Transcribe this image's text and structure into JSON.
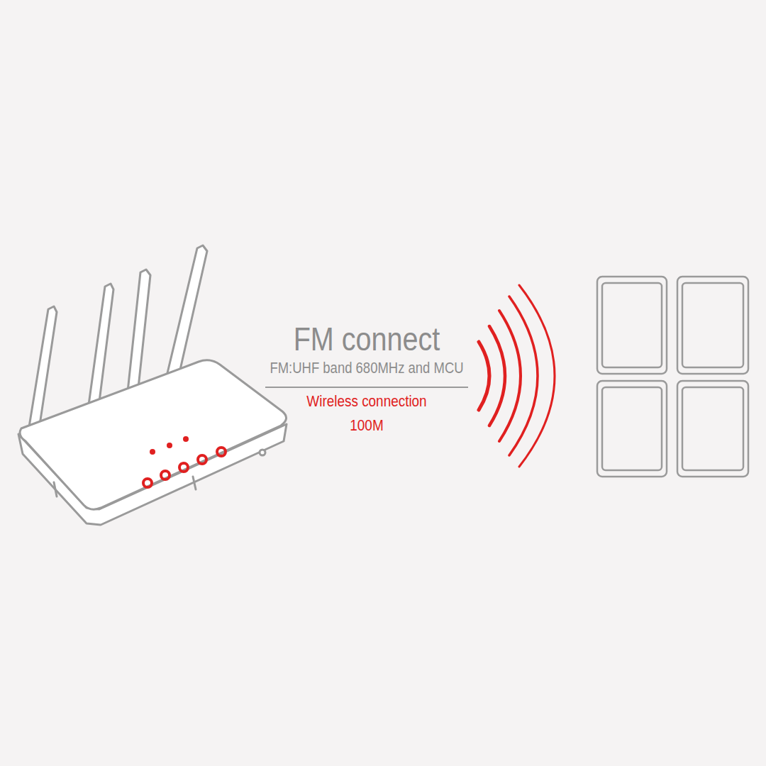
{
  "diagram": {
    "title": "FM connect",
    "labels": [
      "FM:UHF band 680MHz and MCU",
      "Wireless connection",
      "100M"
    ]
  }
}
